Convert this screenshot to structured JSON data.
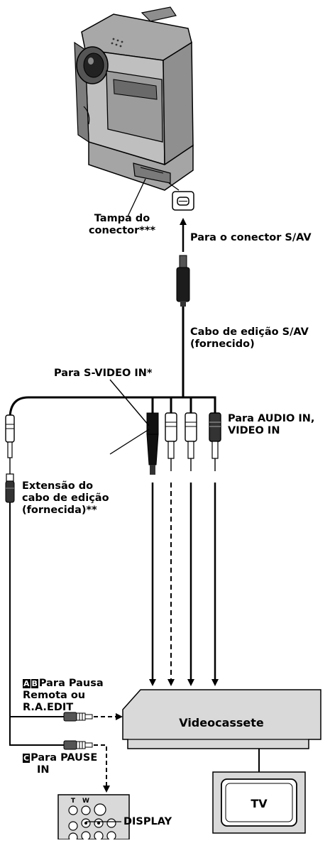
{
  "labels": {
    "cover": [
      "Tampa do",
      "conector***"
    ],
    "sav_connector": "Para o conector S/AV",
    "sav_cable": [
      "Cabo de edição S/AV",
      "(fornecido)"
    ],
    "svideo_in": "Para S-VIDEO IN*",
    "audio_video_in": [
      "Para AUDIO IN,",
      "VIDEO IN"
    ],
    "extension": [
      "Extensão do",
      "cabo de edição",
      "(fornecida)**"
    ],
    "remote_pause": {
      "badge_a": "A",
      "badge_b": "B",
      "lines": [
        "Para Pausa",
        "Remota ou",
        "R.A.EDIT"
      ]
    },
    "pause_in": {
      "badge_c": "C",
      "lines": [
        "Para PAUSE",
        "IN"
      ]
    },
    "display": "DISPLAY"
  },
  "devices": {
    "vcr": "Videocassete",
    "tv": "TV"
  },
  "remote_keys": {
    "t": "T",
    "w": "W"
  },
  "colors": {
    "ink": "#000000",
    "device_fill": "#d9d9d9",
    "camera_body": "#b5b5b5",
    "camera_dark": "#6d6d6d",
    "screen_fill": "#ffffff"
  }
}
